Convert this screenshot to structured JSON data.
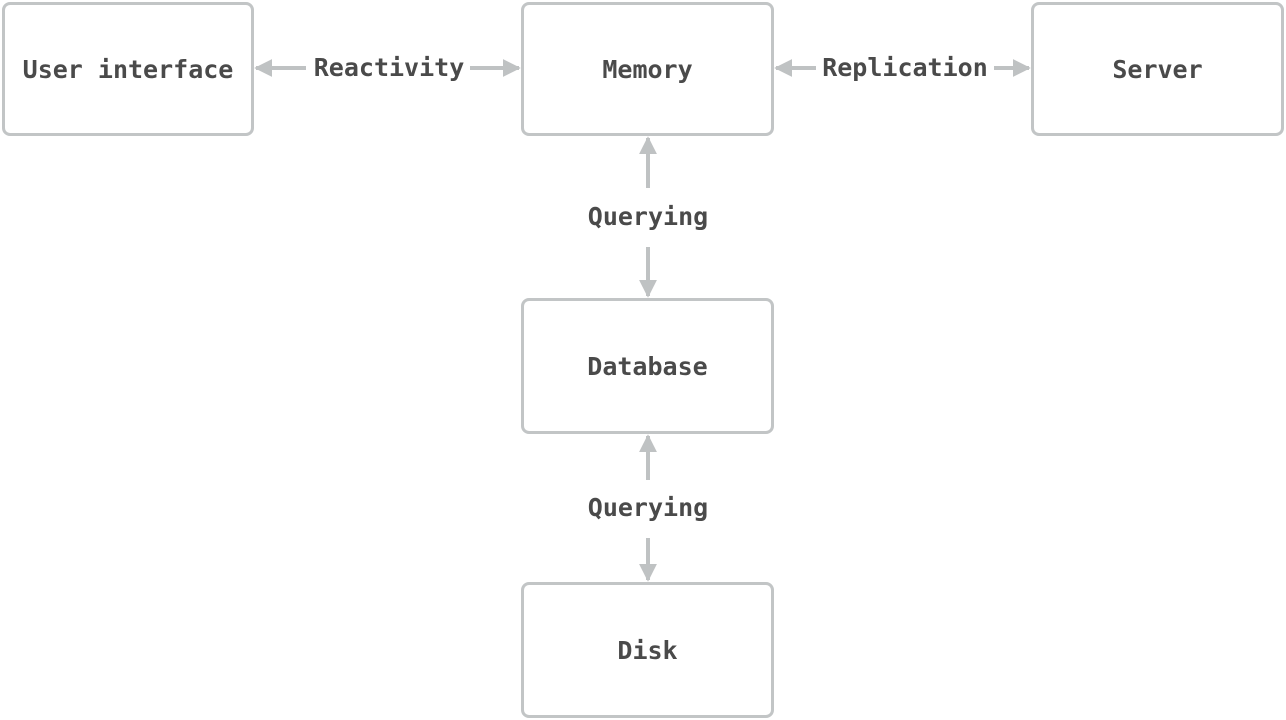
{
  "diagram": {
    "colors": {
      "box_border": "#c2c5c6",
      "arrow": "#bfc2c3",
      "text": "#4a4a4a",
      "background": "#ffffff"
    },
    "nodes": {
      "user_interface": "User interface",
      "memory": "Memory",
      "server": "Server",
      "database": "Database",
      "disk": "Disk"
    },
    "edges": {
      "ui_memory": {
        "label": "Reactivity",
        "direction": "bidirectional"
      },
      "memory_server": {
        "label": "Replication",
        "direction": "bidirectional"
      },
      "memory_database": {
        "label": "Querying",
        "direction": "bidirectional"
      },
      "database_disk": {
        "label": "Querying",
        "direction": "bidirectional"
      }
    }
  }
}
